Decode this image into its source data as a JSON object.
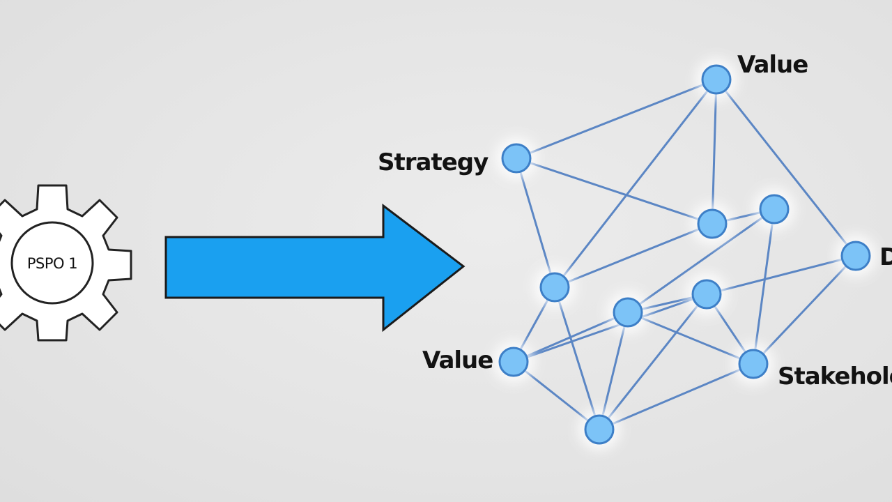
{
  "gear": {
    "label": "PSPO 1",
    "icon": "gear-icon"
  },
  "arrow": {
    "icon": "right-arrow-icon",
    "color": "#1aa0f0"
  },
  "network": {
    "labels": {
      "value_top": "Value",
      "strategy": "Strategy",
      "value_left": "Value",
      "d_right": "D",
      "stakeholders": "Stakeholo"
    },
    "node_color": "#7cc3f7",
    "edge_color": "#5b86c4"
  }
}
